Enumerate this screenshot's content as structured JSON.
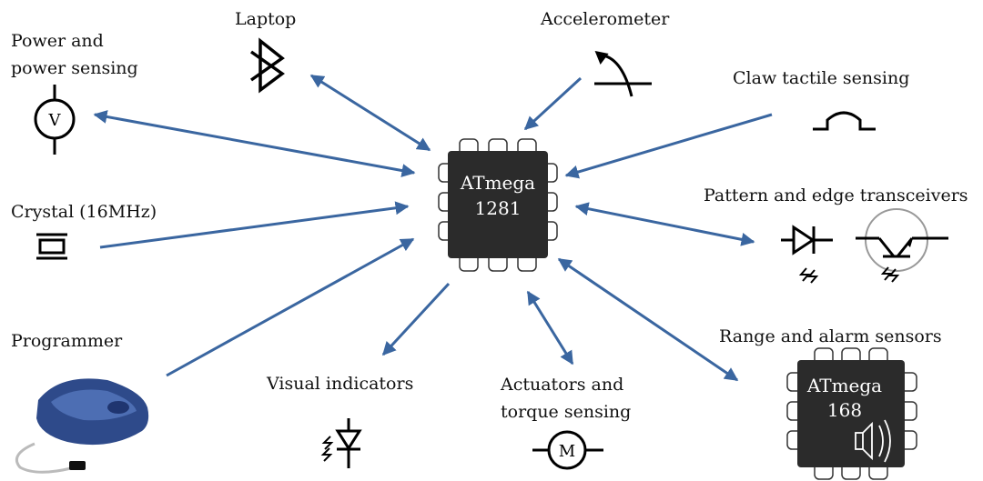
{
  "labels": {
    "power": "Power and power sensing",
    "laptop": "Laptop",
    "accelerometer": "Accelerometer",
    "claw": "Claw tactile sensing",
    "crystal": "Crystal (16MHz)",
    "pattern": "Pattern and edge transceivers",
    "programmer": "Programmer",
    "visual": "Visual indicators",
    "actuators": "Actuators and torque sensing",
    "range": "Range and alarm sensors"
  },
  "main_chip": {
    "line1": "ATmega",
    "line2": "1281"
  },
  "sub_chip": {
    "line1": "ATmega",
    "line2": "168"
  },
  "symbols": {
    "voltmeter": "V",
    "motor": "M"
  },
  "colors": {
    "arrow": "#3a66a0",
    "chip": "#2b2b2b",
    "programmer": "#2e4a8a"
  }
}
